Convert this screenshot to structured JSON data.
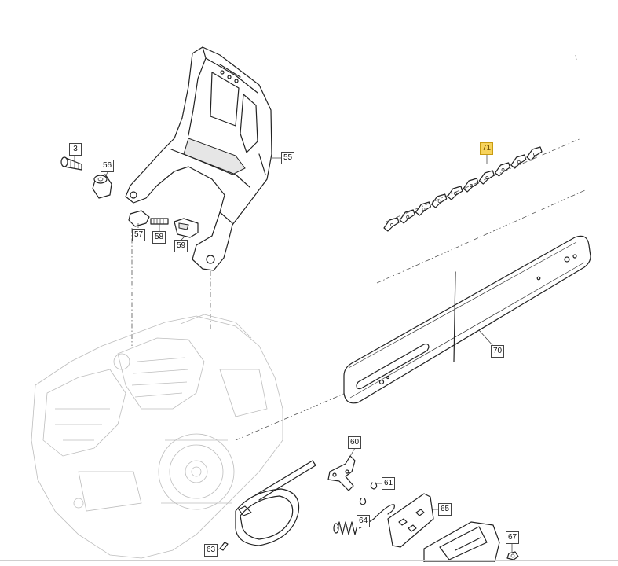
{
  "diagram": {
    "callouts": [
      {
        "id": "c3",
        "label": "3",
        "highlight": false
      },
      {
        "id": "c56",
        "label": "56",
        "highlight": false
      },
      {
        "id": "c55",
        "label": "55",
        "highlight": false
      },
      {
        "id": "c57",
        "label": "57",
        "highlight": false
      },
      {
        "id": "c58",
        "label": "58",
        "highlight": false
      },
      {
        "id": "c59",
        "label": "59",
        "highlight": false
      },
      {
        "id": "c71",
        "label": "71",
        "highlight": true
      },
      {
        "id": "c70",
        "label": "70",
        "highlight": false
      },
      {
        "id": "c60",
        "label": "60",
        "highlight": false
      },
      {
        "id": "c61",
        "label": "61",
        "highlight": false
      },
      {
        "id": "c65",
        "label": "65",
        "highlight": false
      },
      {
        "id": "c64",
        "label": "64",
        "highlight": false
      },
      {
        "id": "c63",
        "label": "63",
        "highlight": false
      },
      {
        "id": "c67",
        "label": "67",
        "highlight": false
      }
    ],
    "colors": {
      "line": "#222222",
      "highlight": "#f7d35c",
      "background": "#ffffff"
    }
  }
}
